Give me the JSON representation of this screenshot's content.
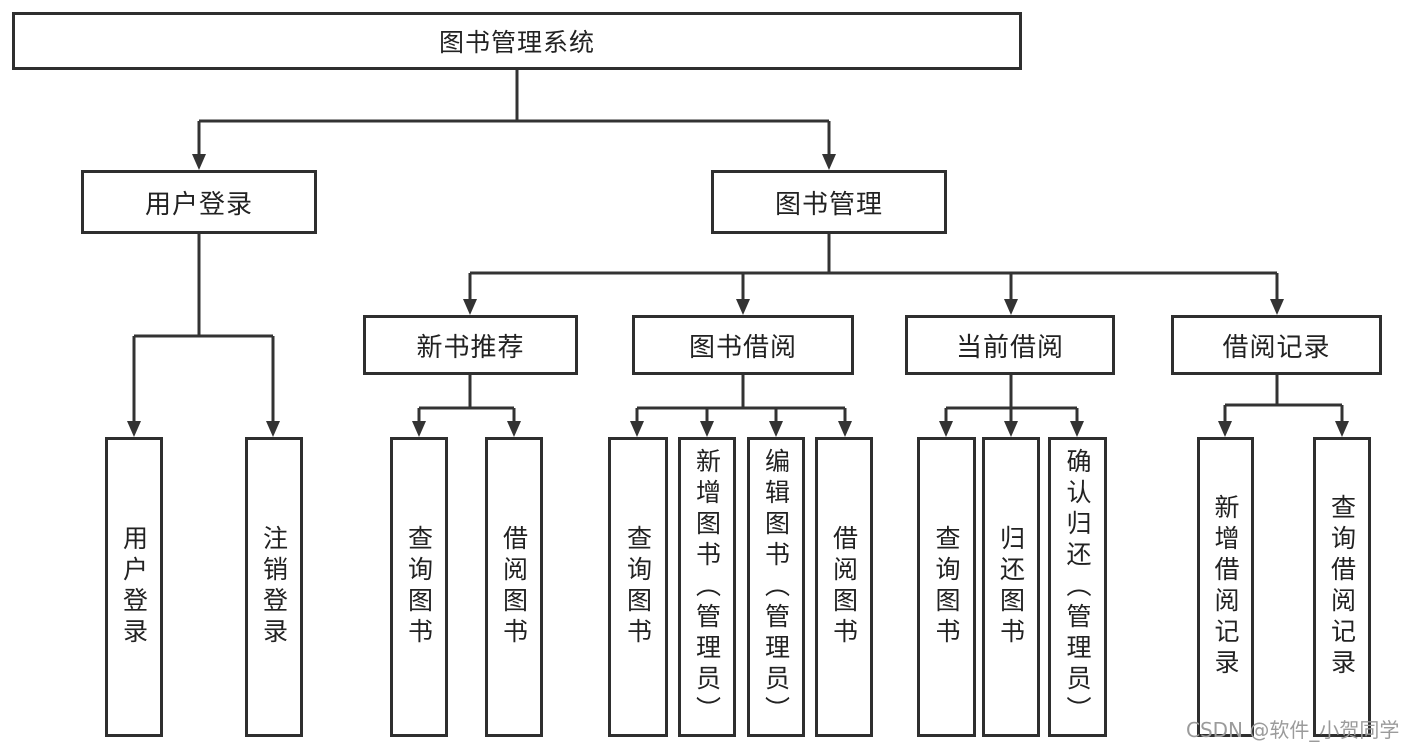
{
  "diagram": {
    "title_note": "library management system feature breakdown",
    "tree": {
      "root": {
        "label": "图书管理系统",
        "children": [
          {
            "label": "用户登录",
            "children": [
              {
                "label": "用户登录"
              },
              {
                "label": "注销登录"
              }
            ]
          },
          {
            "label": "图书管理",
            "children": [
              {
                "label": "新书推荐",
                "children": [
                  {
                    "label": "查询图书"
                  },
                  {
                    "label": "借阅图书"
                  }
                ]
              },
              {
                "label": "图书借阅",
                "children": [
                  {
                    "label": "查询图书"
                  },
                  {
                    "label": "新增图书（管理员）"
                  },
                  {
                    "label": "编辑图书（管理员）"
                  },
                  {
                    "label": "借阅图书"
                  }
                ]
              },
              {
                "label": "当前借阅",
                "children": [
                  {
                    "label": "查询图书"
                  },
                  {
                    "label": "归还图书"
                  },
                  {
                    "label": "确认归还（管理员）"
                  }
                ]
              },
              {
                "label": "借阅记录",
                "children": [
                  {
                    "label": "新增借阅记录"
                  },
                  {
                    "label": "查询借阅记录"
                  }
                ]
              }
            ]
          }
        ]
      }
    },
    "colors": {
      "line": "#333333",
      "box_border": "#2f2f2f",
      "text": "#222222",
      "watermark": "#9b9b9b",
      "background": "#ffffff"
    }
  },
  "watermark": {
    "text": "CSDN @软件_小贺同学"
  }
}
